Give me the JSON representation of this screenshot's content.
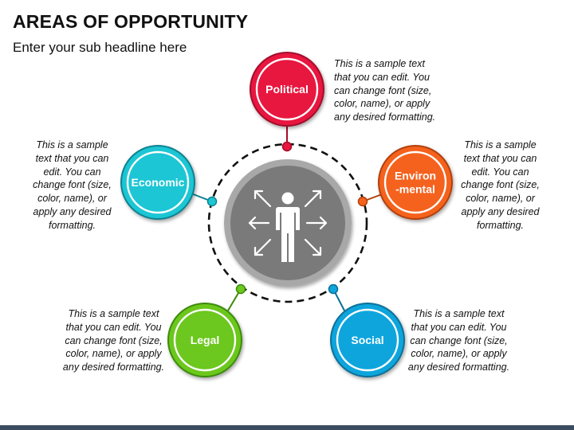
{
  "title": "AREAS OF OPPORTUNITY",
  "subtitle": "Enter your sub headline here",
  "center_icon": "person-arrows-icon",
  "colors": {
    "ring": "#111111",
    "center_outer": "#a8a8a8",
    "center_inner": "#7a7a7a",
    "bottom_bar": "#3b4b60"
  },
  "nodes": [
    {
      "id": "political",
      "label_lines": [
        "Political"
      ],
      "color": "#e8173f",
      "dark": "#a30b2a",
      "description": "This is a sample text\nthat you can edit. You\ncan change font (size,\ncolor, name), or apply\nany desired formatting."
    },
    {
      "id": "economic",
      "label_lines": [
        "Economic"
      ],
      "color": "#1cc6d4",
      "dark": "#0e8290",
      "description": "This is a sample\ntext that you can\nedit. You can\nchange font (size,\ncolor, name), or\napply any desired\nformatting."
    },
    {
      "id": "environmental",
      "label_lines": [
        "Environ",
        "-mental"
      ],
      "color": "#f5621e",
      "dark": "#b0400c",
      "description": "This is a sample\ntext that you can\nedit. You can\nchange font (size,\ncolor, name), or\napply any desired\nformatting."
    },
    {
      "id": "legal",
      "label_lines": [
        "Legal"
      ],
      "color": "#6cc71f",
      "dark": "#3e8a0c",
      "description": "This is a sample text\nthat you can edit. You\ncan change font (size,\ncolor, name), or apply\nany desired formatting."
    },
    {
      "id": "social",
      "label_lines": [
        "Social"
      ],
      "color": "#0ea5dc",
      "dark": "#086f97",
      "description": "This is a sample text\nthat you can edit. You\ncan change font (size,\ncolor, name), or apply\nany desired formatting."
    }
  ]
}
